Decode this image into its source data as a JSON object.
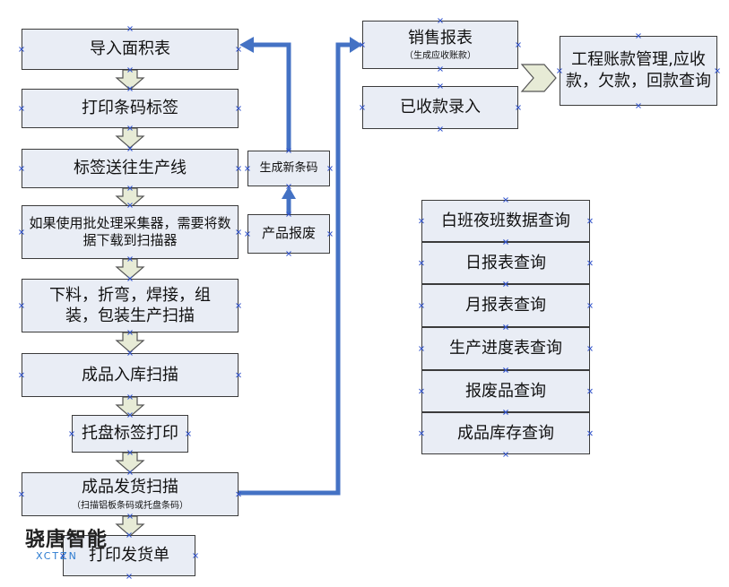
{
  "flow_left": [
    {
      "id": "import",
      "label": "导入面积表"
    },
    {
      "id": "print-label",
      "label": "打印条码标签"
    },
    {
      "id": "send-line",
      "label": "标签送往生产线"
    },
    {
      "id": "download",
      "label": "如果使用批处理采集器，需要将数据下载到扫描器"
    },
    {
      "id": "production",
      "label": "下料，折弯，焊接，组装，包装生产扫描"
    },
    {
      "id": "warehouse",
      "label": "成品入库扫描"
    },
    {
      "id": "pallet",
      "label": "托盘标签打印"
    },
    {
      "id": "ship",
      "label": "成品发货扫描",
      "sub": "（扫描铝板条码或托盘条码）"
    },
    {
      "id": "print-ship",
      "label": "打印发货单"
    }
  ],
  "side": {
    "new_code": "生成新条码",
    "scrap": "产品报废"
  },
  "right_top": {
    "sales": "销售报表",
    "sales_sub": "（生成应收账款）",
    "received": "已收款录入",
    "project": "工程账款管理,应收款，欠款，回款查询"
  },
  "queries": [
    "白班夜班数据查询",
    "日报表查询",
    "月报表查询",
    "生产进度表查询",
    "报废品查询",
    "成品库存查询"
  ],
  "logo": {
    "name": "骁唐智能",
    "sub": "XCTZN"
  },
  "colors": {
    "connector": "#4472c4",
    "box_fill": "#e9edf5",
    "arrow_fill": "#e7ebd6"
  }
}
